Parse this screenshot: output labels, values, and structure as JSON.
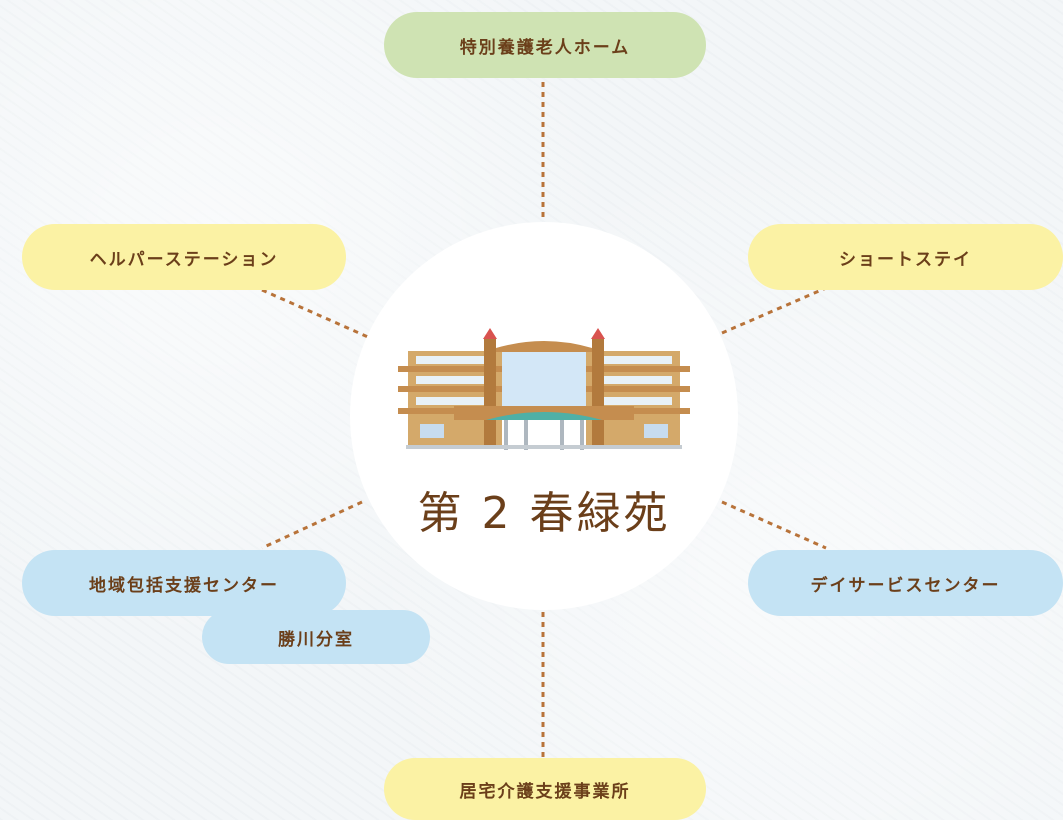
{
  "center": {
    "name": "第 2 春緑苑"
  },
  "services": {
    "tokubetsu": "特別養護老人ホーム",
    "helper": "ヘルパーステーション",
    "shortstay": "ショートステイ",
    "houkatsu": "地域包括支援センター",
    "branch": "勝川分室",
    "dayservice": "デイサービスセンター",
    "kyotaku": "居宅介護支援事業所"
  },
  "colors": {
    "green": "#cfe3b3",
    "yellow": "#fbf2a4",
    "blue": "#c4e3f4",
    "text": "#6b3f1a",
    "connector": "#b8733a"
  }
}
